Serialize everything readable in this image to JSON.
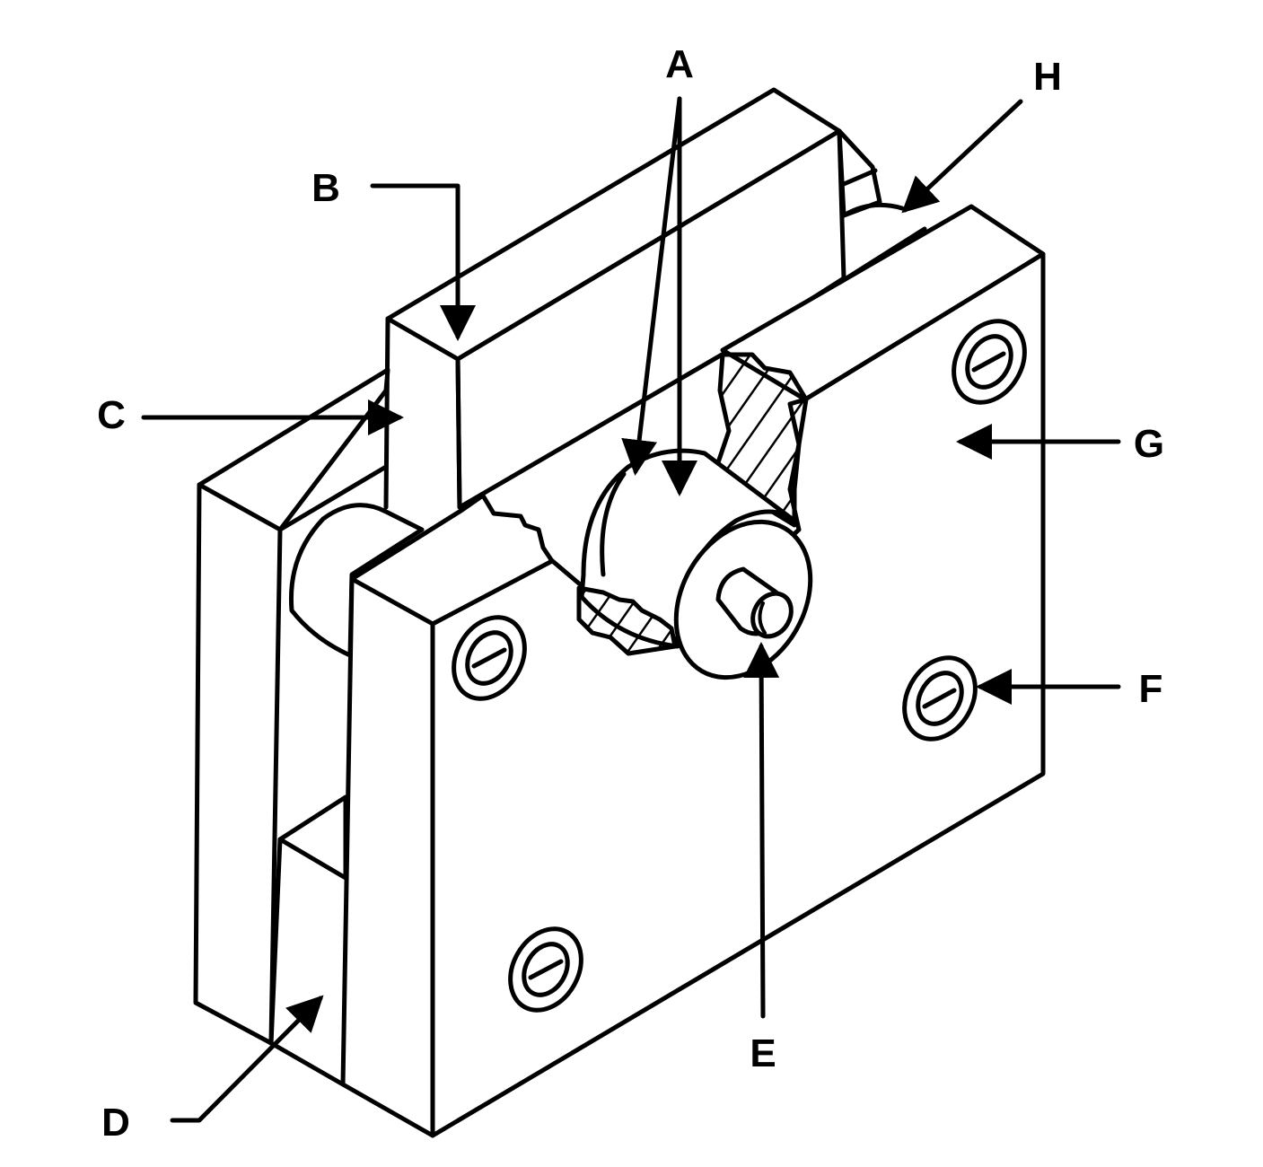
{
  "diagram": {
    "labels": {
      "a": "A",
      "b": "B",
      "c": "C",
      "d": "D",
      "e": "E",
      "f": "F",
      "g": "G",
      "h": "H"
    },
    "colors": {
      "stroke": "#000000",
      "fill": "#ffffff"
    }
  }
}
